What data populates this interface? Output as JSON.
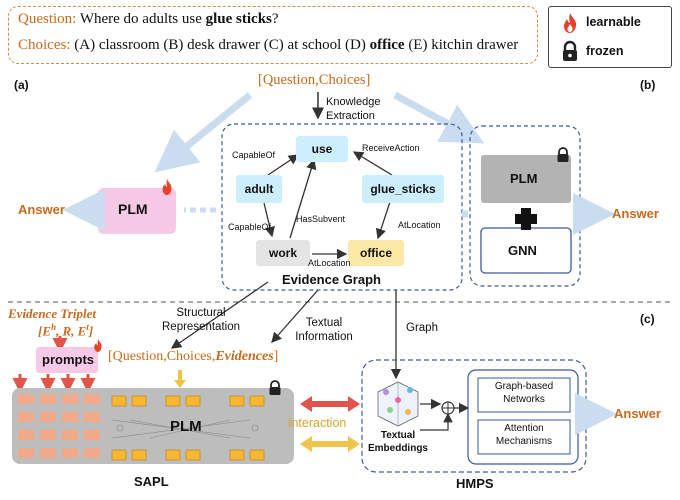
{
  "question": {
    "q_label": "Question:",
    "q_prefix": "Where do adults use ",
    "q_bold": "glue sticks",
    "q_suffix": "?",
    "c_label": "Choices:",
    "c_a": "(A) classroom (B) desk drawer (C) at school (D) ",
    "c_bold": "office",
    "c_rest": " (E) kitchin drawer"
  },
  "legend": {
    "learnable": "learnable",
    "frozen": "frozen"
  },
  "panel_a": {
    "label": "(a)",
    "qc": "[Question,Choices]",
    "extraction": "Knowledge\nExtraction",
    "plm": "PLM",
    "answer": "Answer"
  },
  "graph": {
    "nodes": {
      "use": "use",
      "adult": "adult",
      "glue_sticks": "glue_sticks",
      "work": "work",
      "office": "office"
    },
    "edges": {
      "capable_of_1": "CapableOf",
      "receive_action": "ReceiveAction",
      "capable_of_2": "CapableOf",
      "has_subvent": "HasSubvent",
      "at_location_1": "AtLocation",
      "at_location_2": "AtLocation"
    },
    "title": "Evidence Graph"
  },
  "panel_b": {
    "label": "(b)",
    "plm": "PLM",
    "gnn": "GNN",
    "answer": "Answer"
  },
  "panel_c": {
    "label": "(c)",
    "evidence_triplet": "Evidence Triplet",
    "triplet_math": "[E^h, R, E^t]",
    "prompts": "prompts",
    "structural": "Structural\nRepresentation",
    "textual": "Textual\nInformation",
    "graph": "Graph",
    "qce_prefix": "[Question,Choices,",
    "qce_bold": "Evidences",
    "qce_suffix": "]",
    "plm": "PLM",
    "interaction": "Interaction",
    "textual_embeddings": "Textual\nEmbeddings",
    "gbn": "Graph-based\nNetworks",
    "attn": "Attention\nMechanisms",
    "answer": "Answer",
    "sapl": "SAPL",
    "hmps": "HMPS"
  },
  "colors": {
    "orange": "#c86a1e",
    "pink": "#f6c9e6",
    "light_blue": "#cdeefc",
    "gray_node": "#e4e4e4",
    "yellow": "#fde9a6",
    "dark_blue_dash": "#3a5a9c",
    "red_arrow": "#e0544a",
    "gold_arrow": "#f0c44a",
    "pale_arrow": "#c9dcf0"
  }
}
